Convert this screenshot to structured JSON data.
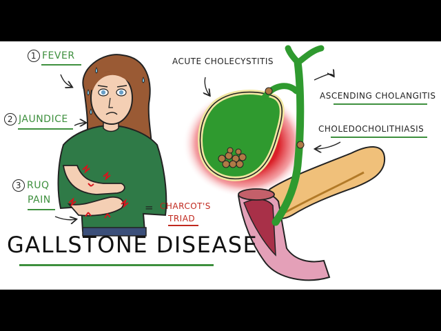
{
  "title": "GALLSTONE DISEASE",
  "symptoms": [
    {
      "number": "1",
      "label": "FEVER"
    },
    {
      "number": "2",
      "label": "JAUNDICE"
    },
    {
      "number": "3",
      "label": "RUQ",
      "label2": "PAIN"
    }
  ],
  "triad": {
    "equals": "=",
    "line1": "CHARCOT'S",
    "line2": "TRIAD"
  },
  "conditions": {
    "acute_cholecystitis": "ACUTE CHOLECYSTITIS",
    "ascending_cholangitis": "ASCENDING CHOLANGITIS",
    "choledocholithiasis": "CHOLEDOCHOLITHIASIS"
  },
  "colors": {
    "accent_green": "#3d8f3d",
    "accent_red": "#c0281e",
    "gallbladder_green": "#2f9a2f",
    "inflammation_red": "#d8141c",
    "pancreas": "#f0c07a",
    "duodenum": "#e4a0b8",
    "shirt": "#2f7a47",
    "hair": "#9a5a34",
    "skin": "#f4cfb4"
  }
}
